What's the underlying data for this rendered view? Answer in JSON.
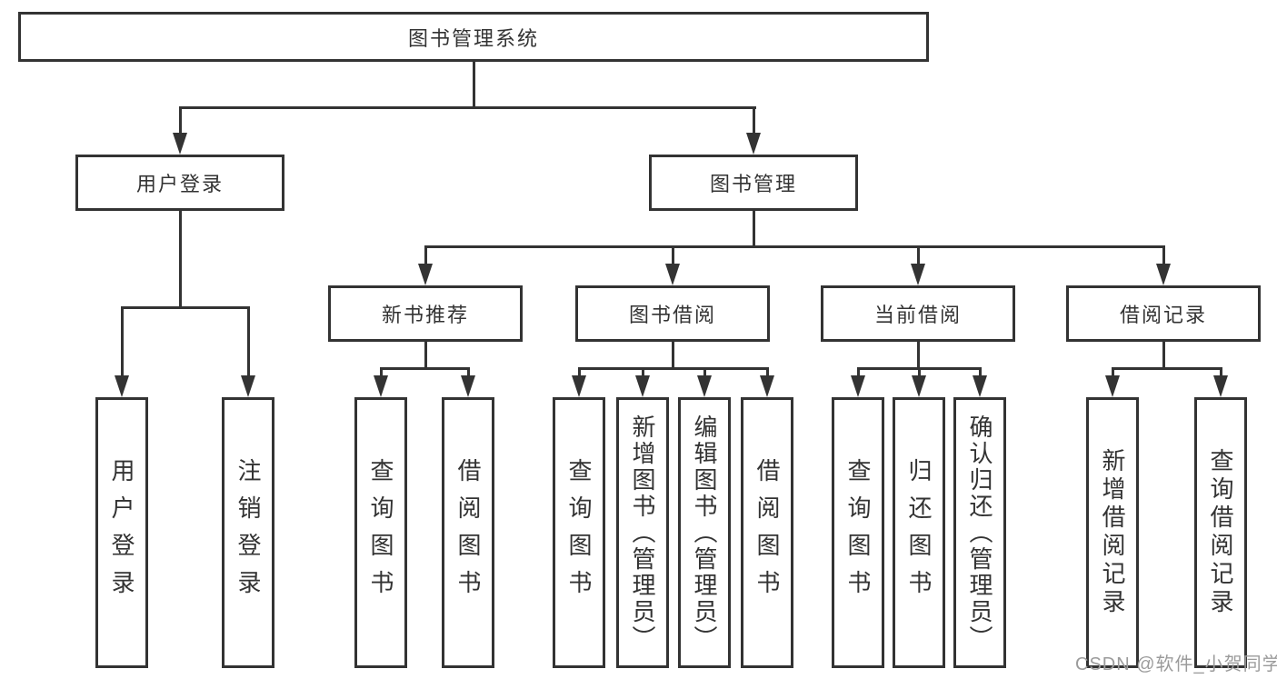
{
  "tree": {
    "root": {
      "label": "图书管理系统",
      "children": [
        {
          "label": "用户登录",
          "children": [
            {
              "label": "用户登录"
            },
            {
              "label": "注销登录"
            }
          ]
        },
        {
          "label": "图书管理",
          "children": [
            {
              "label": "新书推荐",
              "children": [
                {
                  "label": "查询图书"
                },
                {
                  "label": "借阅图书"
                }
              ]
            },
            {
              "label": "图书借阅",
              "children": [
                {
                  "label": "查询图书"
                },
                {
                  "label": "新增图书（管理员）"
                },
                {
                  "label": "编辑图书（管理员）"
                },
                {
                  "label": "借阅图书"
                }
              ]
            },
            {
              "label": "当前借阅",
              "children": [
                {
                  "label": "查询图书"
                },
                {
                  "label": "归还图书"
                },
                {
                  "label": "确认归还（管理员）"
                }
              ]
            },
            {
              "label": "借阅记录",
              "children": [
                {
                  "label": "新增借阅记录"
                },
                {
                  "label": "查询借阅记录"
                }
              ]
            }
          ]
        }
      ]
    }
  },
  "watermark": {
    "text": "CSDN @软件_小贺同学"
  },
  "colors": {
    "line": "#333333",
    "text": "#333333",
    "watermark_text": "#9b9b9b",
    "background": "#ffffff"
  }
}
